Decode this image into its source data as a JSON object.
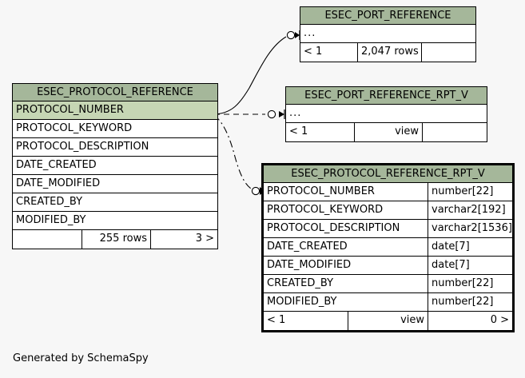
{
  "diagram": {
    "caption": "Generated by SchemaSpy",
    "background": "#f7f7f7",
    "header_color": "#a5b79a",
    "pk_row_color": "#c6d6b4",
    "border_color": "#000000"
  },
  "tables": {
    "protocol_reference": {
      "title": "ESEC_PROTOCOL_REFERENCE",
      "columns": [
        {
          "name": "PROTOCOL_NUMBER",
          "pk": true
        },
        {
          "name": "PROTOCOL_KEYWORD",
          "pk": false
        },
        {
          "name": "PROTOCOL_DESCRIPTION",
          "pk": false
        },
        {
          "name": "DATE_CREATED",
          "pk": false
        },
        {
          "name": "DATE_MODIFIED",
          "pk": false
        },
        {
          "name": "CREATED_BY",
          "pk": false
        },
        {
          "name": "MODIFIED_BY",
          "pk": false
        }
      ],
      "footer": {
        "left": "",
        "middle": "255 rows",
        "right": "3 >"
      }
    },
    "port_reference": {
      "title": "ESEC_PORT_REFERENCE",
      "columns": [
        {
          "name": "...",
          "pk": false
        }
      ],
      "footer": {
        "left": "< 1",
        "middle": "2,047 rows",
        "right": ""
      }
    },
    "port_reference_rpt_v": {
      "title": "ESEC_PORT_REFERENCE_RPT_V",
      "columns": [
        {
          "name": "...",
          "pk": false
        }
      ],
      "footer": {
        "left": "< 1",
        "middle": "view",
        "right": ""
      }
    },
    "protocol_reference_rpt_v": {
      "title": "ESEC_PROTOCOL_REFERENCE_RPT_V",
      "columns": [
        {
          "name": "PROTOCOL_NUMBER",
          "type": "number[22]"
        },
        {
          "name": "PROTOCOL_KEYWORD",
          "type": "varchar2[192]"
        },
        {
          "name": "PROTOCOL_DESCRIPTION",
          "type": "varchar2[1536]"
        },
        {
          "name": "DATE_CREATED",
          "type": "date[7]"
        },
        {
          "name": "DATE_MODIFIED",
          "type": "date[7]"
        },
        {
          "name": "CREATED_BY",
          "type": "number[22]"
        },
        {
          "name": "MODIFIED_BY",
          "type": "number[22]"
        }
      ],
      "footer": {
        "left": "< 1",
        "middle": "view",
        "right": "0 >"
      }
    }
  },
  "relationships": [
    {
      "from": "protocol_reference.PROTOCOL_NUMBER",
      "to": "port_reference",
      "style": "solid"
    },
    {
      "from": "protocol_reference.PROTOCOL_NUMBER",
      "to": "port_reference_rpt_v",
      "style": "dashed"
    },
    {
      "from": "protocol_reference.PROTOCOL_NUMBER",
      "to": "protocol_reference_rpt_v.PROTOCOL_NUMBER",
      "style": "dash-dot"
    }
  ]
}
